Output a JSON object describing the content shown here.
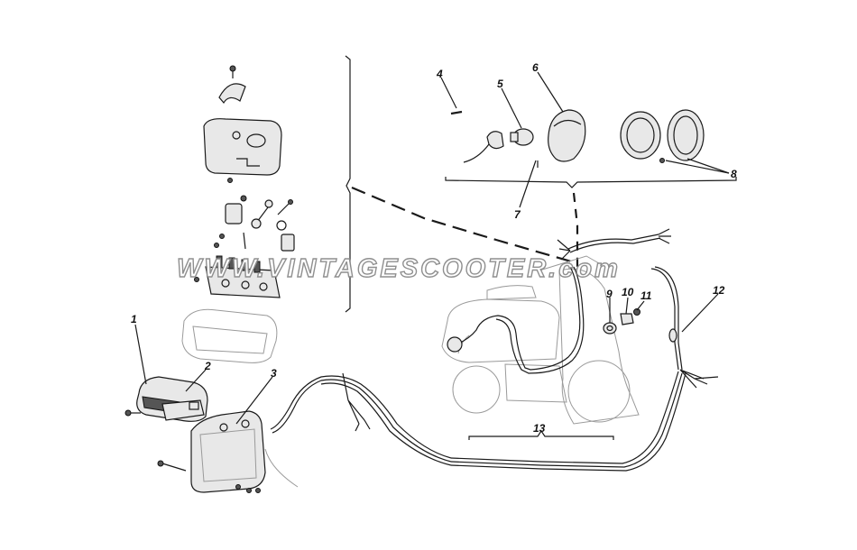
{
  "diagram": {
    "watermark": "WWW.VINTAGESCOOTER.com",
    "callouts": [
      {
        "id": "callout-1",
        "label": "1"
      },
      {
        "id": "callout-2",
        "label": "2"
      },
      {
        "id": "callout-3",
        "label": "3"
      },
      {
        "id": "callout-4",
        "label": "4"
      },
      {
        "id": "callout-5",
        "label": "5"
      },
      {
        "id": "callout-6",
        "label": "6"
      },
      {
        "id": "callout-7",
        "label": "7"
      },
      {
        "id": "callout-8",
        "label": "8"
      },
      {
        "id": "callout-9",
        "label": "9"
      },
      {
        "id": "callout-10",
        "label": "10"
      },
      {
        "id": "callout-11",
        "label": "11"
      },
      {
        "id": "callout-12",
        "label": "12"
      },
      {
        "id": "callout-13",
        "label": "13"
      }
    ],
    "colors": {
      "ink": "#1a1a1a",
      "paper": "#ffffff",
      "watermark_outline": "#8a8a8a"
    }
  }
}
